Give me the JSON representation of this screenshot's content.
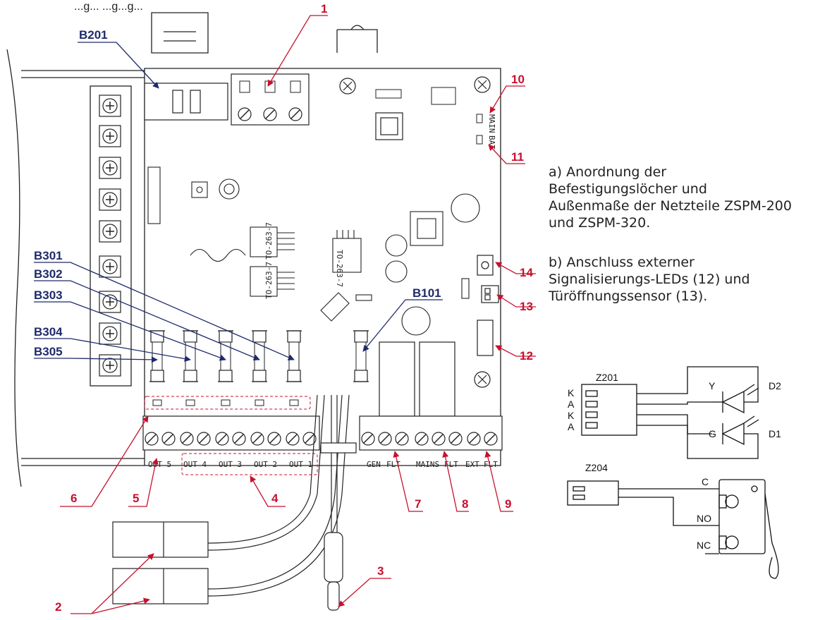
{
  "header_fragment": "...g... ...g...g...",
  "callouts_red": {
    "c1": "1",
    "c2": "2",
    "c3": "3",
    "c4": "4",
    "c5": "5",
    "c6": "6",
    "c7": "7",
    "c8": "8",
    "c9": "9",
    "c10": "10",
    "c11": "11",
    "c12": "12",
    "c13": "13",
    "c14": "14"
  },
  "callouts_blue": {
    "b201": "B201",
    "b301": "B301",
    "b302": "B302",
    "b303": "B303",
    "b304": "B304",
    "b305": "B305",
    "b101": "B101"
  },
  "board_labels": {
    "main": "MAIN",
    "bat": "BAT",
    "out5": "OUT 5",
    "out4": "OUT 4",
    "out3": "OUT 3",
    "out2": "OUT 2",
    "out1": "OUT 1",
    "gen": "GEN",
    "flt1": "FLT",
    "mains": "MAINS",
    "flt2": "FLT",
    "ext": "EXT",
    "flt3": "FLT",
    "to1": "TO-263-7",
    "to2": "TO-263-7",
    "to3": "TO-263-7"
  },
  "description": {
    "a": "a) Anordnung der\nBefestigungslöcher und\nAußenmaße der Netzteile ZSPM-200\nund ZSPM-320.",
    "b": "b) Anschluss externer\nSignalisierungs-LEDs (12) und\nTüröffnungssensor (13)."
  },
  "schematic_led": {
    "connector": "Z201",
    "pins": [
      "K",
      "A",
      "K",
      "A"
    ],
    "led1": "Y",
    "led1_name": "D2",
    "led2": "G",
    "led2_name": "D1"
  },
  "schematic_switch": {
    "connector": "Z204",
    "c": "C",
    "no": "NO",
    "nc": "NC"
  },
  "colors": {
    "callout_red": "#c8102e",
    "callout_blue": "#1f2a6b",
    "line": "#222222"
  }
}
